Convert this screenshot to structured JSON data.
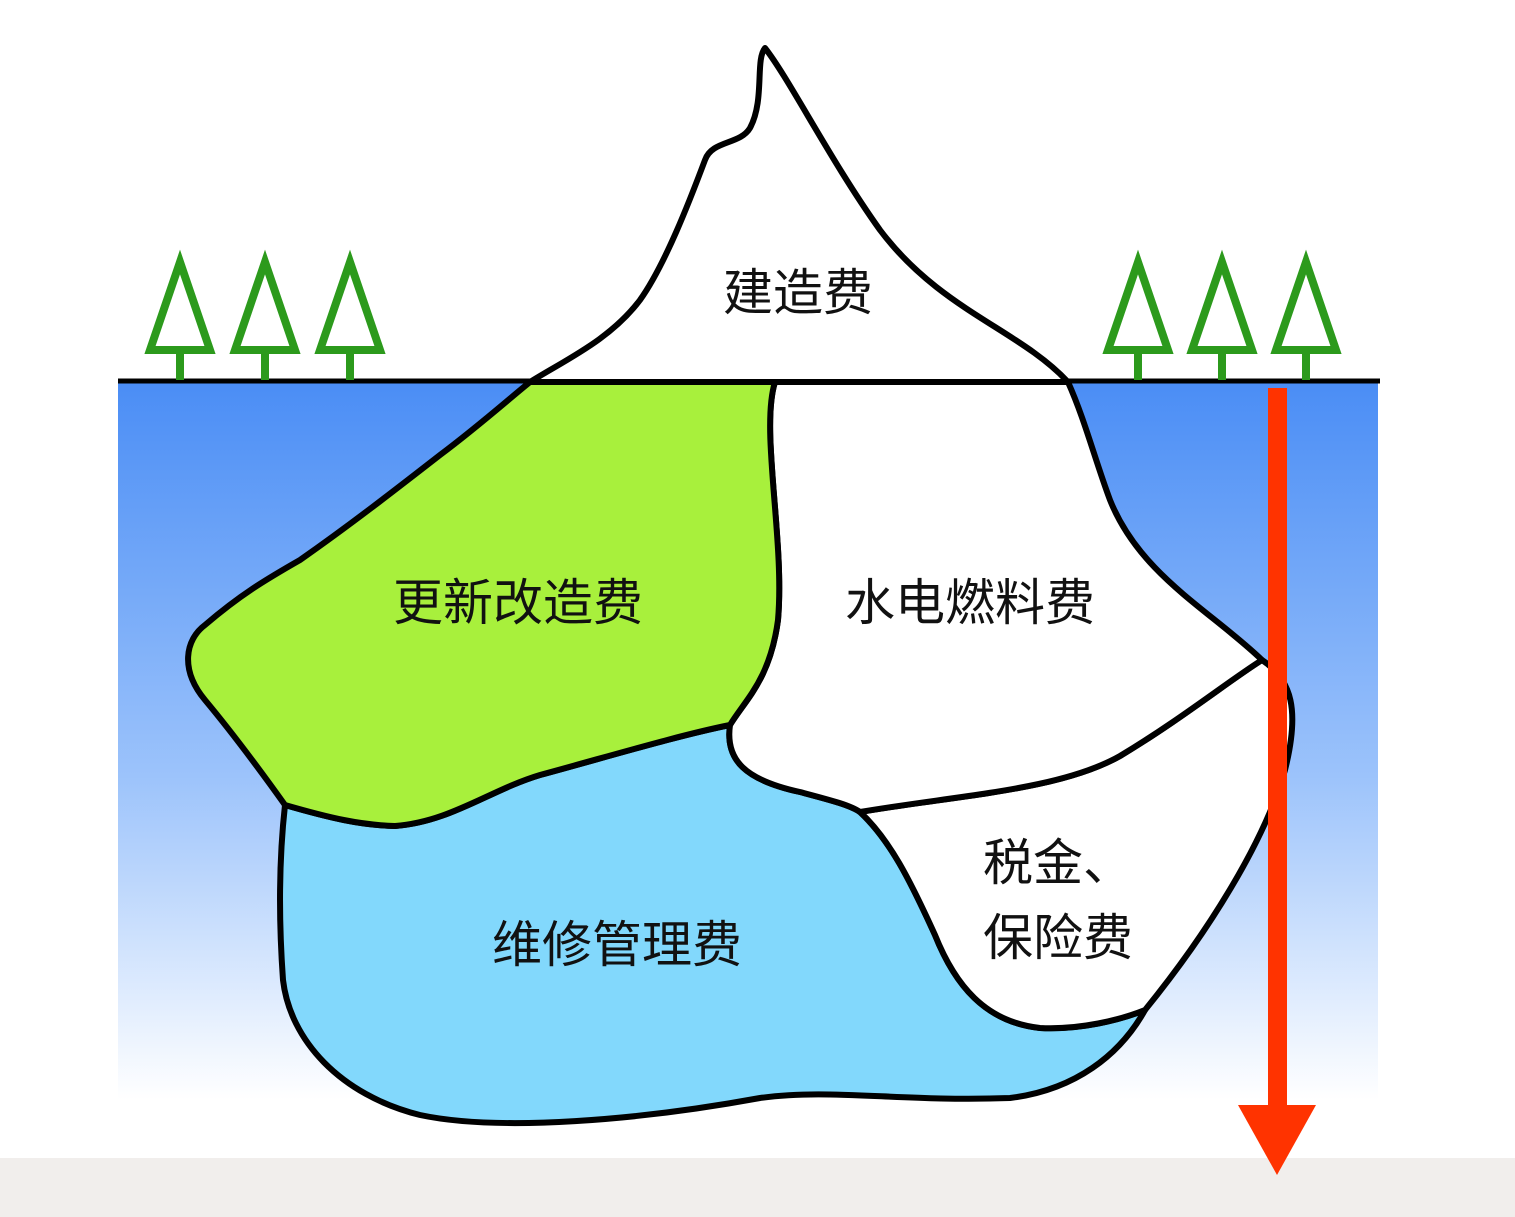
{
  "labels": {
    "construction": "建造费",
    "renovation": "更新改造费",
    "utilities": "水电燃料费",
    "tax_line1": "税金、",
    "tax_line2": "保险费",
    "maintenance": "维修管理费"
  },
  "colors": {
    "water_top": "#4a8df5",
    "water_bottom": "#ffffff",
    "renovation_fill": "#a8f03c",
    "maintenance_fill": "#82d8fc",
    "ice_fill": "#ffffff",
    "outline": "#000000",
    "tree": "#2c9a1c",
    "arrow": "#ff3300",
    "ground_band": "#f1eeec"
  },
  "icons": {
    "trees": "tree-icon",
    "arrow": "arrow-down-icon"
  }
}
